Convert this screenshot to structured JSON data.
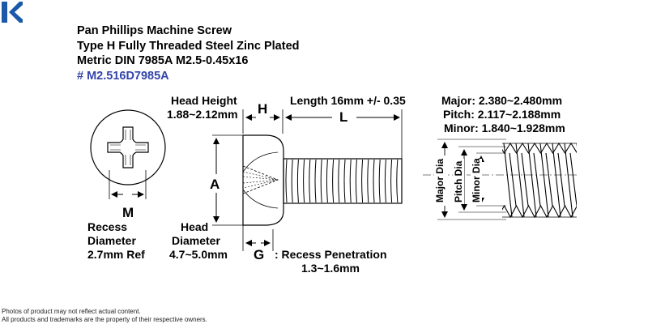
{
  "brand": {
    "logo_icon": "k-logo-icon",
    "color": "#1a5aa8"
  },
  "title": {
    "line1": "Pan Phillips Machine Screw",
    "line2": "Type H Fully Threaded Steel Zinc Plated",
    "line3": "Metric DIN 7985A M2.5-0.45x16",
    "part_number": "# M2.516D7985A",
    "part_number_color": "#3344aa"
  },
  "labels": {
    "head_height": "Head Height",
    "head_height_value": "1.88~2.12mm",
    "h": "H",
    "length": "Length 16mm +/- 0.35",
    "l": "L",
    "a": "A",
    "m": "M",
    "recess_diameter_1": "Recess",
    "recess_diameter_2": "Diameter",
    "recess_diameter_value": "2.7mm Ref",
    "head_diameter_1": "Head",
    "head_diameter_2": "Diameter",
    "head_diameter_value": "4.7~5.0mm",
    "g": "G",
    "recess_penetration": ": Recess Penetration",
    "recess_penetration_value": "1.3~1.6mm",
    "major": "Major: 2.380~2.480mm",
    "pitch": "Pitch:  2.117~2.188mm",
    "minor": "Minor: 1.840~1.928mm",
    "major_dia": "Major Dia",
    "pitch_dia": "Pitch Dia",
    "minor_dia": "Minor Dia"
  },
  "footer": {
    "line1": "Photos of product may not reflect actual content.",
    "line2": "All products and trademarks are the property of their respective owners."
  }
}
